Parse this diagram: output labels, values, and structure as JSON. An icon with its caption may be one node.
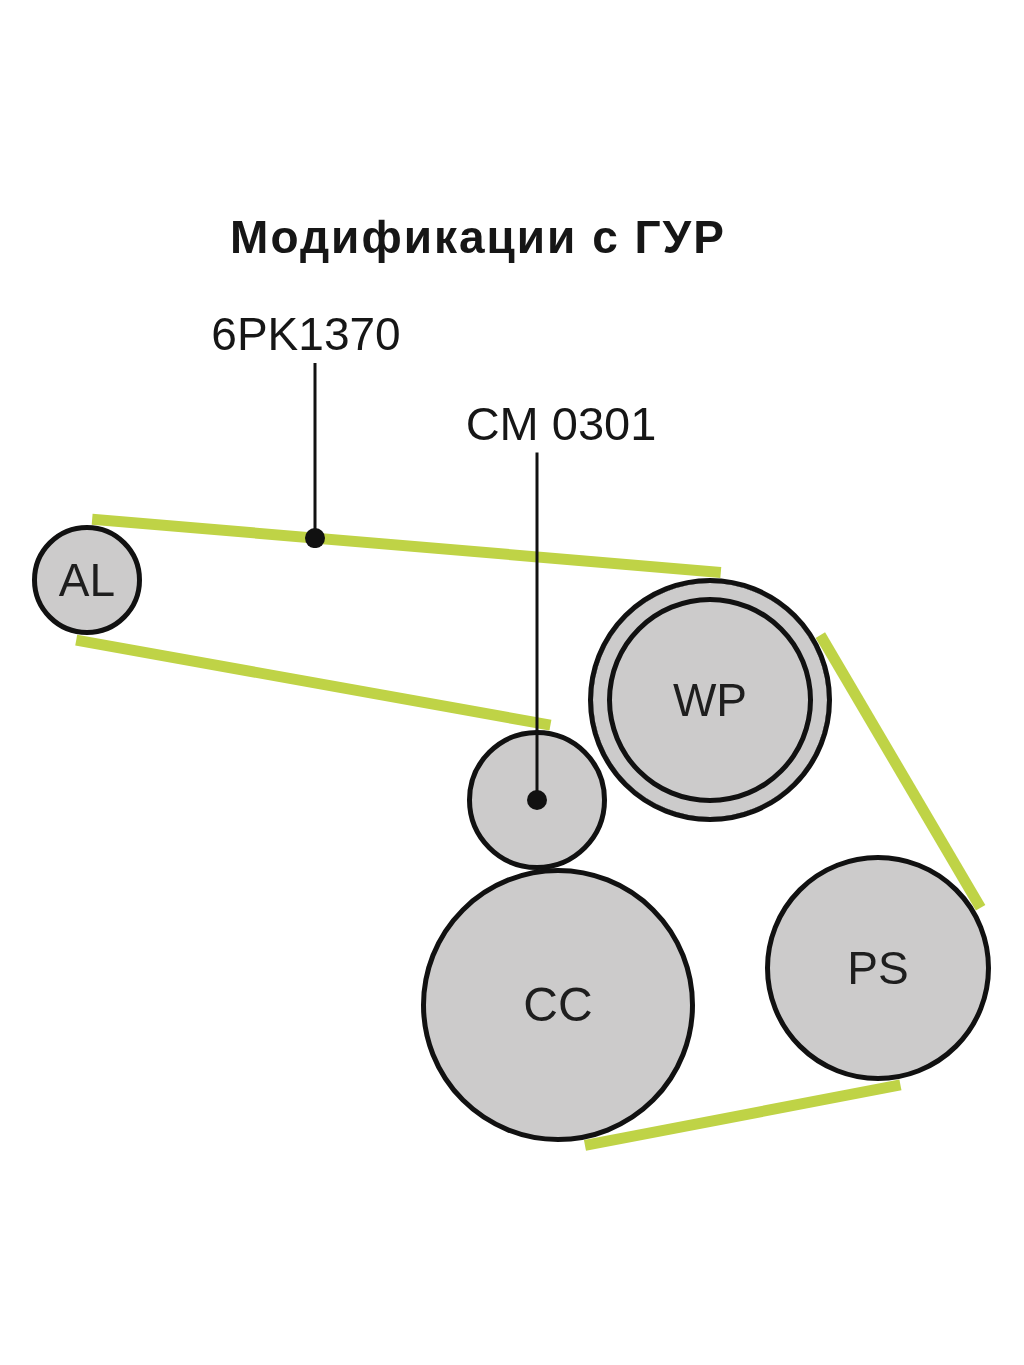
{
  "diagram": {
    "title": "Модификации с ГУР",
    "nodes": [
      {
        "text": [
          "6PK1370"
        ]
      },
      {
        "text": [
          "CM 0301"
        ]
      },
      {
        "text": [
          "AL"
        ]
      },
      {
        "text": [
          "WP"
        ]
      },
      {
        "text": [],
        "shape": "circle"
      },
      {
        "text": [
          "CC"
        ]
      },
      {
        "text": [
          "PS"
        ]
      }
    ],
    "edges": [
      {
        "from": 0,
        "to": null,
        "arrow": "other",
        "color": "#111111"
      },
      {
        "from": 1,
        "to": 4,
        "arrow": "other",
        "color": "#111111"
      },
      {
        "from": 2,
        "to": 3,
        "arrow": "none"
      },
      {
        "from": 3,
        "to": 6,
        "arrow": "none"
      },
      {
        "from": 6,
        "to": 5,
        "arrow": "none"
      },
      {
        "from": 4,
        "to": 2,
        "arrow": "none"
      }
    ]
  }
}
